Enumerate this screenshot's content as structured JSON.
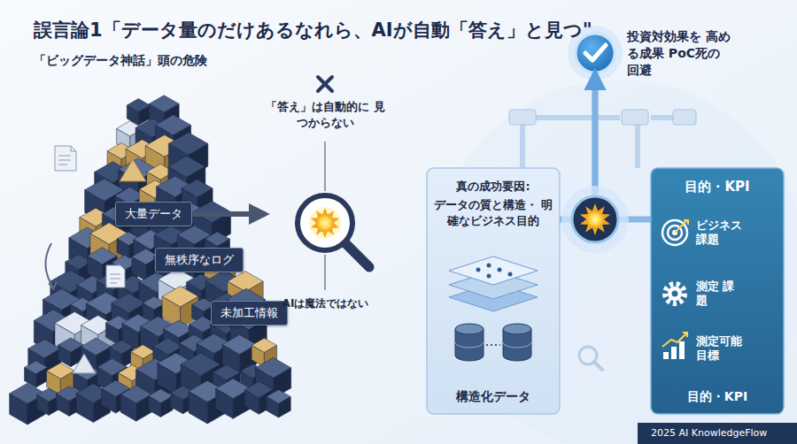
{
  "diagram": {
    "title": "誤言論1「データ量のだけあるなれら、AIが自動「答え」と見つ\"",
    "nodes": [
      {
        "text": [
          "大量データ"
        ]
      },
      {
        "text": [
          "無秩序なログ"
        ]
      },
      {
        "text": [
          "未加工情報"
        ]
      },
      {
        "text": [
          "「答え」は自動的に 見つからない",
          "AIは魔法ではない"
        ]
      },
      {
        "text": [
          "投資対効果を 高める成果 PoC死の回避"
        ]
      },
      {
        "text": [
          "真の成功要因:",
          "データの質と構造・ 明確なビジネス目的",
          "構造化データ"
        ]
      },
      {
        "text": [
          "目的・KPI",
          "目的・KPI"
        ]
      }
    ],
    "edges": [
      {
        "from": 0,
        "to": 3,
        "arrow": "to"
      },
      {
        "from": 5,
        "to": 4,
        "arrow": "to"
      },
      {
        "from": 6,
        "to": 4,
        "arrow": "to"
      }
    ],
    "labels": [
      "「ビッグデータ神話」頭の危険",
      "ビジネス 課題",
      "測定 課題",
      "測定可能 目標",
      "2025 AI KnowledgeFlow"
    ]
  }
}
